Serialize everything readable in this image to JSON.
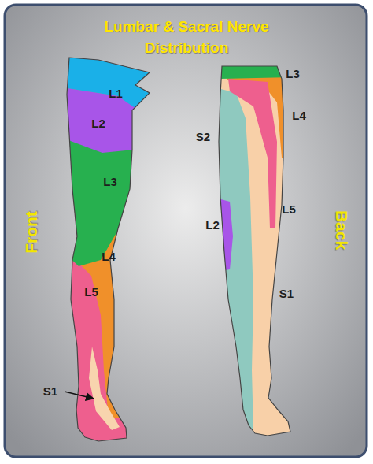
{
  "diagram": {
    "title": "Lumbar & Sacral Nerve Distribution",
    "labels": [
      "Front",
      "Back",
      "L1",
      "L2",
      "L3",
      "L4",
      "L5",
      "S1",
      "L3",
      "L4",
      "S2",
      "L2",
      "L5",
      "S1"
    ]
  }
}
